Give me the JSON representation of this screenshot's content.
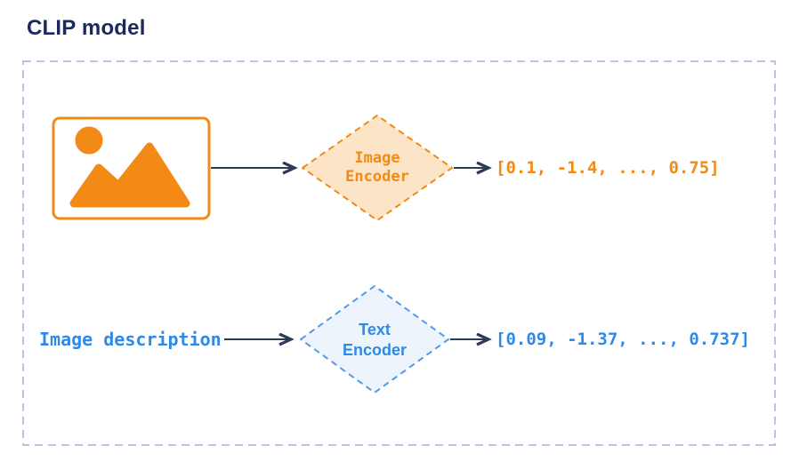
{
  "title": "CLIP model",
  "branches": {
    "image": {
      "input_icon": "image-icon",
      "encoder_label": "Image Encoder",
      "output_vector": "[0.1, -1.4, ..., 0.75]"
    },
    "text": {
      "input_label": "Image description",
      "encoder_label": "Text Encoder",
      "output_vector": "[0.09, -1.37, ..., 0.737]"
    }
  },
  "colors": {
    "image_accent": "#F28A15",
    "image_node_fill": "#FCE5C7",
    "text_accent": "#2E8AE6",
    "text_node_border": "#4E9BE8",
    "text_node_fill": "#EEF4FC",
    "title_text": "#192A5E",
    "arrow": "#2D3A55",
    "boundary_dash": "#B5C4EB"
  }
}
